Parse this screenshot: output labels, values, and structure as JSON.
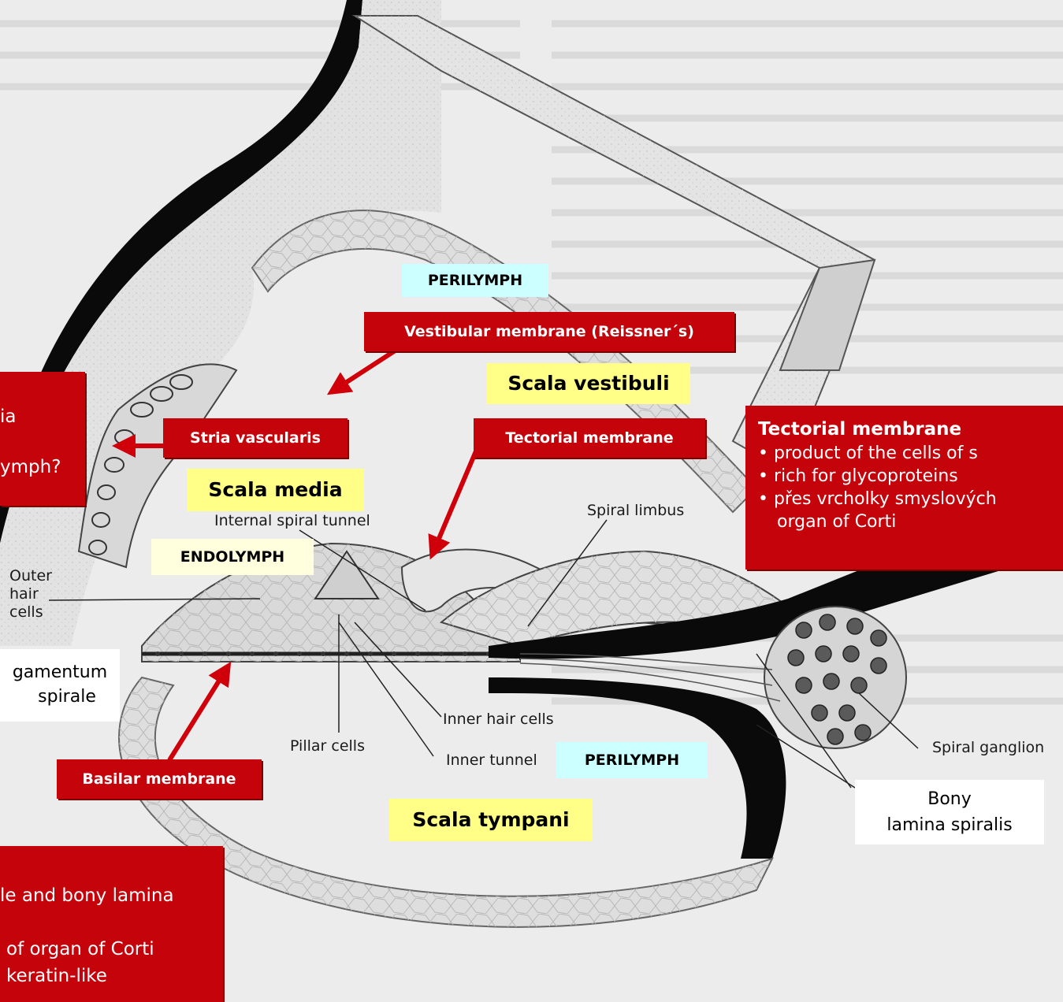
{
  "labels": {
    "perilymph_top": "PERILYMPH",
    "vestibular_membrane": "Vestibular membrane (Reissner´s)",
    "scala_vestibuli": "Scala vestibuli",
    "stria_left_1": "ia",
    "stria_left_2": "ymph?",
    "stria_vascularis": "Stria vascularis",
    "tectorial_membrane": "Tectorial membrane",
    "scala_media": "Scala media",
    "internal_spiral_tunnel": "Internal spiral tunnel",
    "spiral_limbus": "Spiral limbus",
    "endolymph": "ENDOLYMPH",
    "outer_hair_cells_1": "Outer",
    "outer_hair_cells_2": "hair",
    "outer_hair_cells_3": "cells",
    "ligamentum_1": "gamentum",
    "ligamentum_2": "spirale",
    "inner_hair_cells": "Inner hair cells",
    "pillar_cells": "Pillar cells",
    "inner_tunnel": "Inner tunnel",
    "perilymph_bottom": "PERILYMPH",
    "spiral_ganglion": "Spiral ganglion",
    "basilar_membrane": "Basilar membrane",
    "scala_tympani": "Scala tympani",
    "bony_lamina_1": "Bony",
    "bony_lamina_2": "lamina spiralis",
    "bottom_left_1": "le and bony lamina",
    "bottom_left_2": "of organ of Corti",
    "bottom_left_3": "keratin-like"
  },
  "tectorial_box": {
    "title": "Tectorial membrane",
    "bullets": [
      "• product of the cells of s",
      "• rich for glycoproteins",
      "• přes vrcholky smyslových"
    ],
    "continuation": "organ of Corti"
  },
  "colors": {
    "red_label": "#c4030a",
    "yellow_label": "#ffff88",
    "cyan_label": "#ccffff",
    "cream_label": "#ffffdd",
    "arrow": "#d0000a"
  }
}
